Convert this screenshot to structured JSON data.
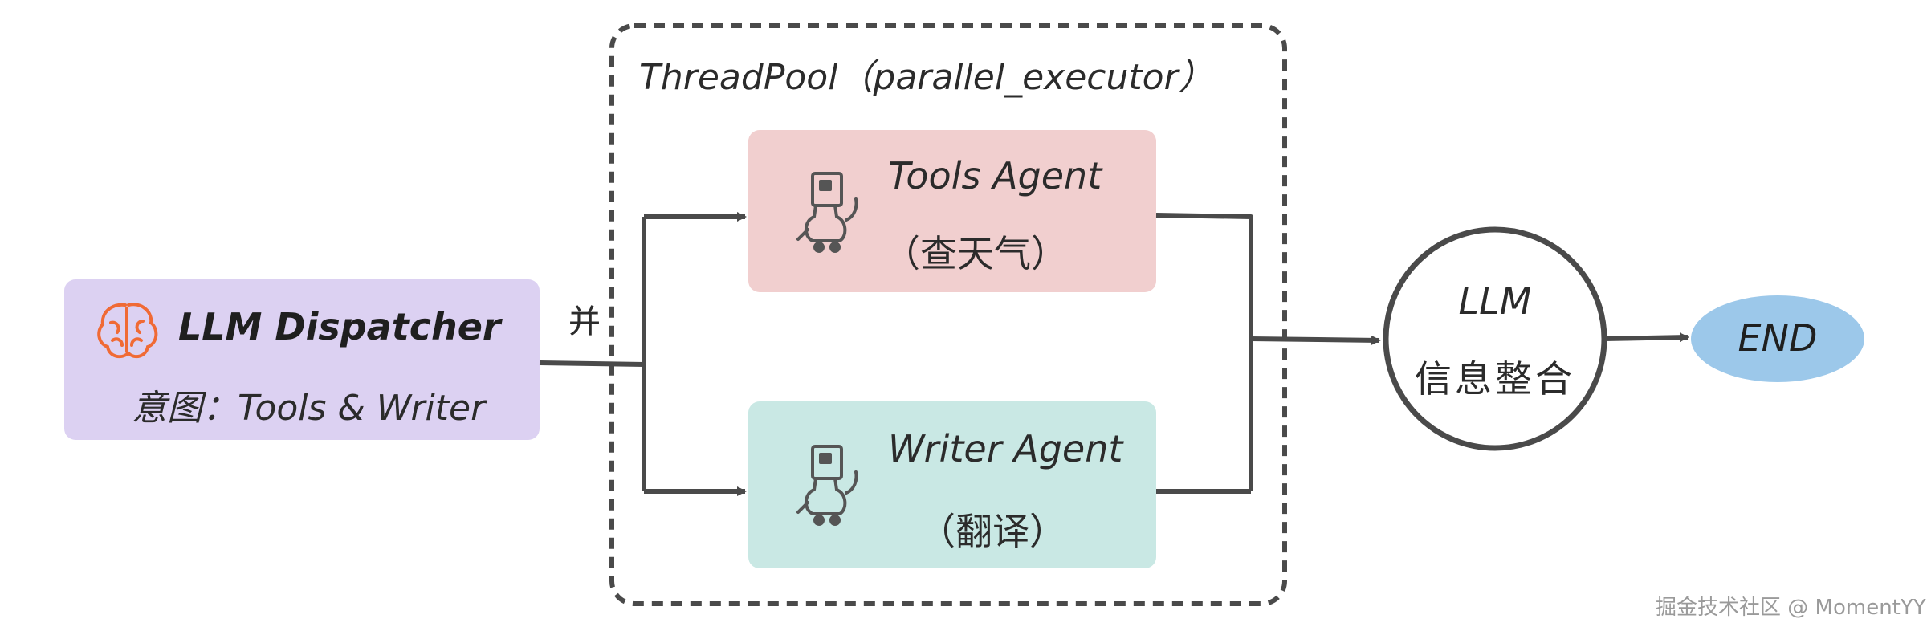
{
  "threadpool": {
    "title": "ThreadPool（parallel_executor）"
  },
  "dispatcher": {
    "title": "LLM Dispatcher",
    "subtitle": "意图：Tools & Writer",
    "icon": "brain-icon",
    "color": "#dcd1f2",
    "icon_color": "#f06a35"
  },
  "edge_label": "并",
  "tools_agent": {
    "title": "Tools Agent",
    "subtitle": "（查天气）",
    "icon": "robot-icon",
    "color": "#f1cfcf"
  },
  "writer_agent": {
    "title": "Writer Agent",
    "subtitle": "（翻译）",
    "icon": "robot-icon",
    "color": "#c9e8e4"
  },
  "merge": {
    "title": "LLM",
    "subtitle": "信息整合"
  },
  "end": {
    "label": "END",
    "color": "#9cc8ea"
  },
  "watermark": "掘金技术社区 @ MomentYY"
}
